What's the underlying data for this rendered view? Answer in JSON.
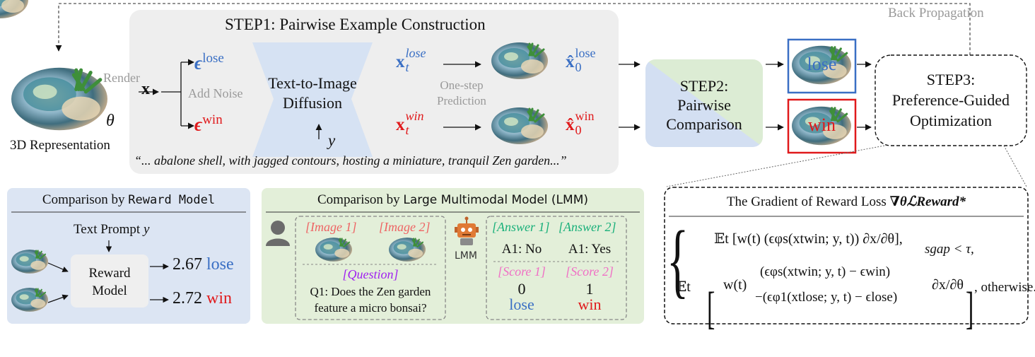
{
  "header": {
    "back_propagation": "Back Propagation"
  },
  "left": {
    "representation_label": "3D Representation",
    "theta": "θ",
    "render": "Render",
    "x": "x"
  },
  "step1": {
    "title": "STEP1: Pairwise Example Construction",
    "add_noise": "Add Noise",
    "eps_lose": "ϵ",
    "eps_lose_sup": "lose",
    "eps_win": "ϵ",
    "eps_win_sup": "win",
    "diffusion_line1": "Text-to-Image",
    "diffusion_line2": "Diffusion",
    "y": "y",
    "xt_lose": "x",
    "xt_lose_sub": "t",
    "xt_lose_sup": "lose",
    "xt_win": "x",
    "xt_win_sub": "t",
    "xt_win_sup": "win",
    "one_step_line1": "One-step",
    "one_step_line2": "Prediction",
    "x0_lose": "x̂",
    "x0_lose_sub": "0",
    "x0_lose_sup": "lose",
    "x0_win": "x̂",
    "x0_win_sub": "0",
    "x0_win_sup": "win",
    "prompt": "“... abalone shell, with jagged contours, hosting a miniature, tranquil Zen garden...”"
  },
  "step2": {
    "line1": "STEP2:",
    "line2": "Pairwise",
    "line3": "Comparison",
    "lose_tag": "lose",
    "win_tag": "win"
  },
  "step3": {
    "line1": "STEP3:",
    "line2": "Preference-Guided",
    "line3": "Optimization"
  },
  "reward_panel": {
    "title_prefix": "Comparison by",
    "title_name": "Reward Model",
    "text_prompt": "Text Prompt",
    "y": "y",
    "box_line1": "Reward",
    "box_line2": "Model",
    "score_lose": "2.67",
    "lose": "lose",
    "score_win": "2.72",
    "win": "win"
  },
  "lmm_panel": {
    "title_prefix": "Comparison by",
    "title_name": "Large Multimodal Model (LMM)",
    "image1": "[Image 1]",
    "image2": "[Image 2]",
    "question_tag": "[Question]",
    "question_line1": "Q1: Does the Zen garden",
    "question_line2": "feature a micro bonsai?",
    "lmm_label": "LMM",
    "answer1": "[Answer 1]",
    "answer2": "[Answer 2]",
    "a1_no": "A1: No",
    "a1_yes": "A1: Yes",
    "score1": "[Score 1]",
    "score2": "[Score 2]",
    "score1_val": "0",
    "score2_val": "1",
    "lose": "lose",
    "win": "win"
  },
  "gradient_panel": {
    "title": "The Gradient of Reward Loss",
    "title_symbol": "∇θℒReward*",
    "row1_E": "𝔼t",
    "row1_body": "[w(t) (ϵφs(xtwin; y, t)) ∂x/∂θ],",
    "row1_condition": "sgap < τ,",
    "row2_E": "𝔼t",
    "row2_top": "(ϵφs(xtwin; y, t) − ϵwin)",
    "row2_bottom": "−(ϵφ1(xtlose; y, t) − ϵlose)",
    "otherwise": ", otherwise."
  },
  "colors": {
    "lose_blue": "#3a6fc4",
    "win_red": "#e0191b",
    "step1_bg": "#eeeeee",
    "diffusion_blue": "#d6e2f3",
    "reward_bg": "#dce5f3",
    "lmm_bg": "#e3efd9"
  }
}
